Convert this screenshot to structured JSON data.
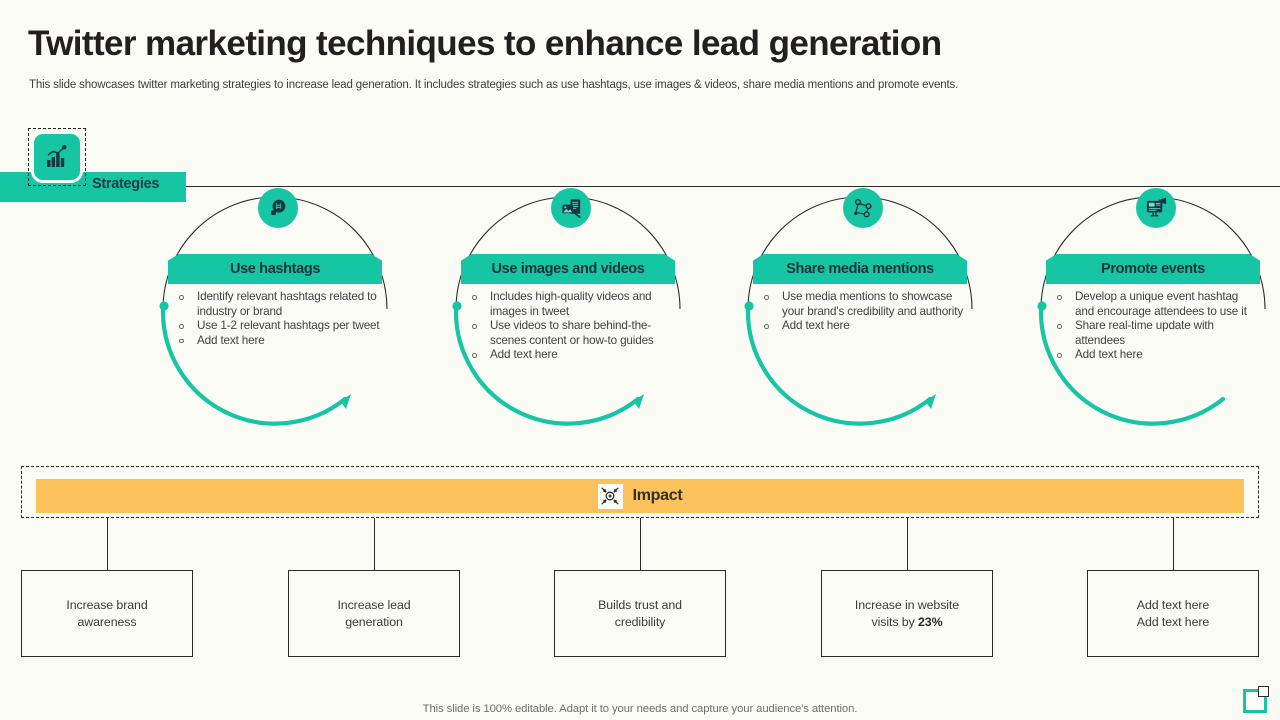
{
  "slide": {
    "title": "Twitter marketing techniques to enhance lead generation",
    "subtitle": "This slide showcases twitter marketing strategies to increase lead generation. It includes strategies such as use hashtags, use images & videos, share media mentions and promote events.",
    "background_color": "#fbfbf6",
    "accent_color": "#16c5a3",
    "impact_color": "#fbc15a",
    "text_color": "#221f1f"
  },
  "strategies": {
    "label": "Strategies",
    "icon": "bar-chart-growth-icon"
  },
  "groups": [
    {
      "icon": "hashtag-magnifier-icon",
      "title": "Use hashtags",
      "bullets": [
        "Identify relevant hashtags related to industry or brand",
        "Use 1-2 relevant hashtags per tweet",
        "Add text here"
      ],
      "has_arrow_head": true
    },
    {
      "icon": "image-document-icon",
      "title": "Use images and videos",
      "bullets": [
        "Includes high-quality videos and images in tweet",
        "Use videos to share behind-the-scenes content or how-to guides",
        "Add text here"
      ],
      "has_arrow_head": true
    },
    {
      "icon": "share-network-icon",
      "title": "Share media mentions",
      "bullets": [
        "Use media mentions to showcase your brand's credibility and authority",
        "Add text here"
      ],
      "has_arrow_head": true
    },
    {
      "icon": "monitor-announcement-icon",
      "title": "Promote events",
      "bullets": [
        "Develop a unique event hashtag and encourage attendees to use it",
        "Share real-time update with attendees",
        "Add text here"
      ],
      "has_arrow_head": false
    }
  ],
  "impact": {
    "label": "Impact",
    "icon": "target-crosshair-icon"
  },
  "outcomes": [
    {
      "line1": "Increase brand",
      "line2": "awareness",
      "highlight": ""
    },
    {
      "line1": "Increase lead",
      "line2": "generation",
      "highlight": ""
    },
    {
      "line1": "Builds trust and",
      "line2": "credibility",
      "highlight": ""
    },
    {
      "line1": "Increase in website",
      "line2": "visits by ",
      "highlight": "23%"
    },
    {
      "line1": "Add text here",
      "line2": "Add text here",
      "highlight": ""
    }
  ],
  "footer": {
    "note": "This slide is 100% editable. Adapt it to your needs and capture your audience's attention."
  }
}
